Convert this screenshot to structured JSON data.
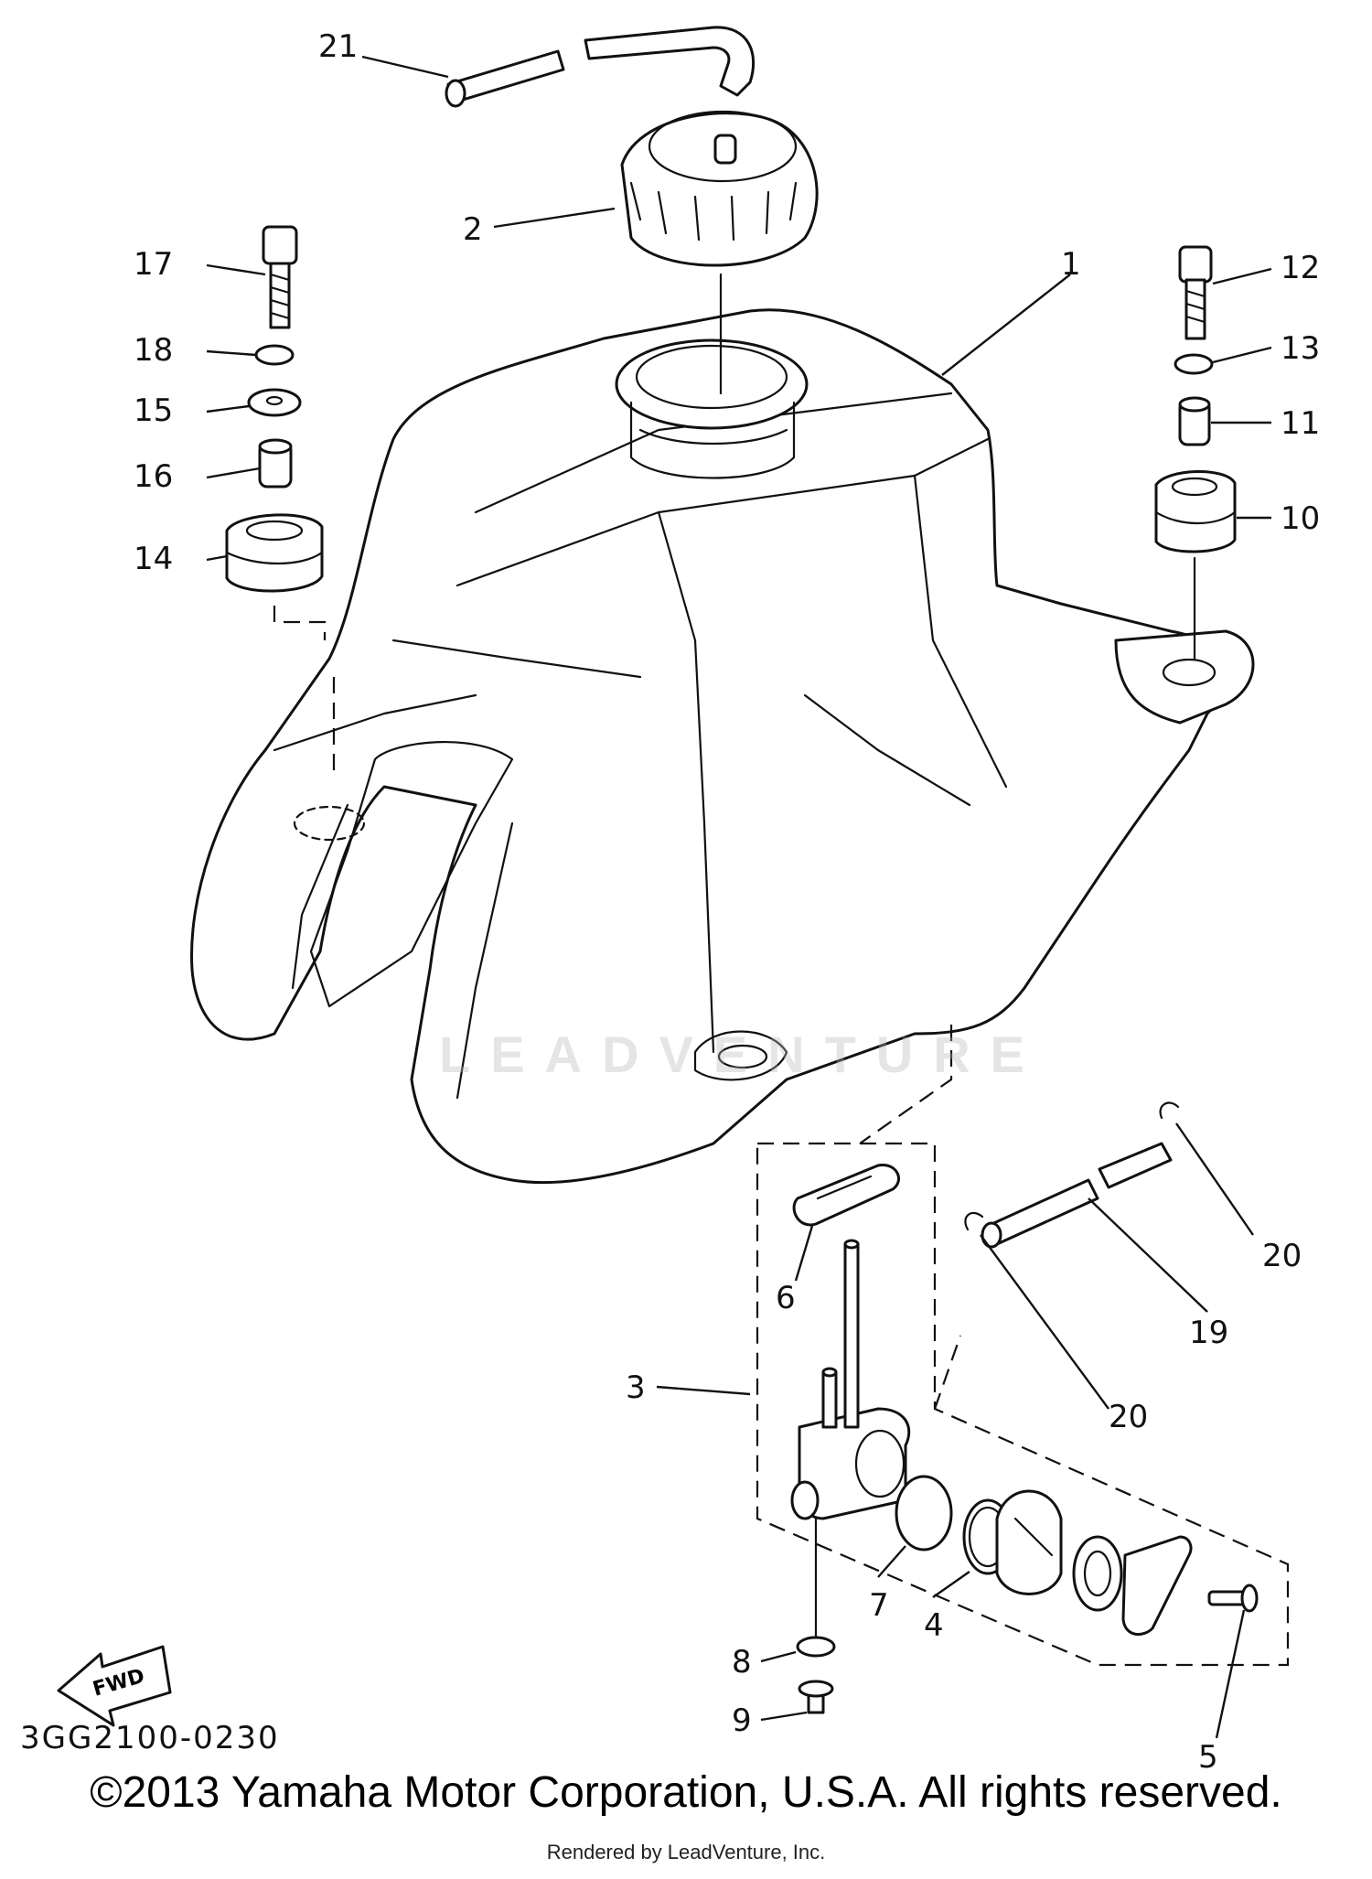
{
  "diagram": {
    "callouts": [
      "21",
      "2",
      "1",
      "17",
      "18",
      "15",
      "16",
      "14",
      "12",
      "13",
      "11",
      "10",
      "3",
      "6",
      "20",
      "19",
      "20",
      "7",
      "4",
      "8",
      "9",
      "5"
    ],
    "fwd_label": "FWD",
    "doc_code": "3GG2100-0230",
    "watermark": "LEADVENTURE"
  },
  "footer": {
    "copyright": "©2013 Yamaha Motor Corporation, U.S.A. All rights reserved.",
    "rendered_by": "Rendered by LeadVenture, Inc."
  }
}
